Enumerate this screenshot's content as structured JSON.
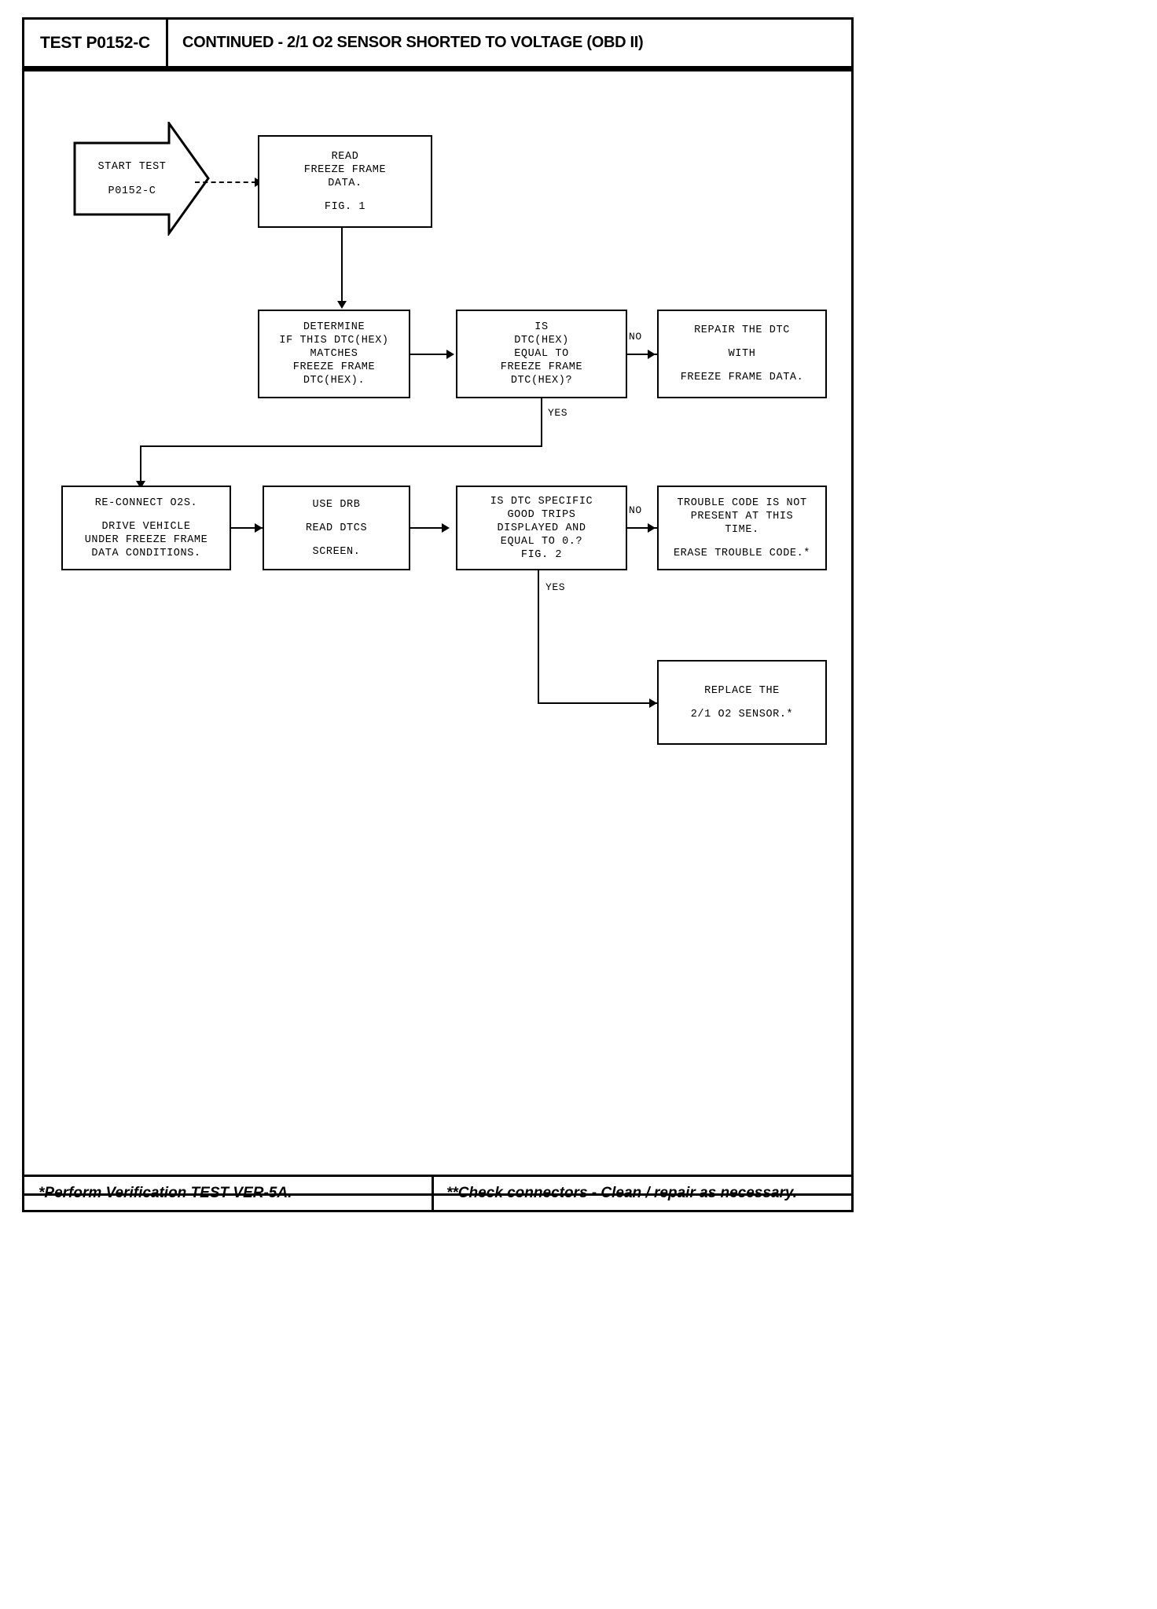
{
  "header": {
    "test_code": "TEST P0152-C",
    "title": "CONTINUED - 2/1 O2 SENSOR SHORTED TO VOLTAGE (OBD II)"
  },
  "footer": {
    "left_note": "*Perform Verification TEST VER-5A.",
    "right_note": "**Check connectors - Clean / repair as necessary."
  },
  "flow": {
    "start": {
      "line1": "START TEST",
      "line2": "P0152-C"
    },
    "nodes": [
      {
        "id": "read-freeze-frame",
        "lines": [
          "READ",
          "FREEZE FRAME",
          "DATA.",
          "",
          "FIG. 1"
        ]
      },
      {
        "id": "determine-dtc-match",
        "lines": [
          "DETERMINE",
          "IF THIS DTC(HEX)",
          "MATCHES",
          "FREEZE FRAME",
          "DTC(HEX)."
        ]
      },
      {
        "id": "is-dtc-equal",
        "lines": [
          "IS",
          "DTC(HEX)",
          "EQUAL TO",
          "FREEZE FRAME",
          "DTC(HEX)?"
        ]
      },
      {
        "id": "repair-the-dtc",
        "lines": [
          "REPAIR THE DTC",
          "",
          "WITH",
          "",
          "FREEZE FRAME DATA."
        ]
      },
      {
        "id": "reconnect-o2s",
        "lines": [
          "RE-CONNECT O2S.",
          "",
          "DRIVE VEHICLE",
          "UNDER FREEZE FRAME",
          "DATA CONDITIONS."
        ]
      },
      {
        "id": "use-drb",
        "lines": [
          "USE DRB",
          "",
          "READ DTCS",
          "",
          "SCREEN."
        ]
      },
      {
        "id": "is-dtc-specific-good-trips",
        "lines": [
          "IS DTC SPECIFIC",
          "GOOD TRIPS",
          "DISPLAYED AND",
          "EQUAL TO 0.?",
          "FIG. 2"
        ]
      },
      {
        "id": "trouble-code-not-present",
        "lines": [
          "TROUBLE CODE IS NOT",
          "PRESENT AT THIS",
          "TIME.",
          "",
          "ERASE TROUBLE CODE.*"
        ]
      },
      {
        "id": "replace-o2-sensor",
        "lines": [
          "REPLACE THE",
          "",
          "2/1 O2 SENSOR.*"
        ]
      }
    ],
    "edge_labels": {
      "no_1": "NO",
      "yes_1": "YES",
      "no_2": "NO",
      "yes_2": "YES"
    }
  },
  "colors": {
    "ink": "#000000",
    "paper": "#ffffff"
  }
}
